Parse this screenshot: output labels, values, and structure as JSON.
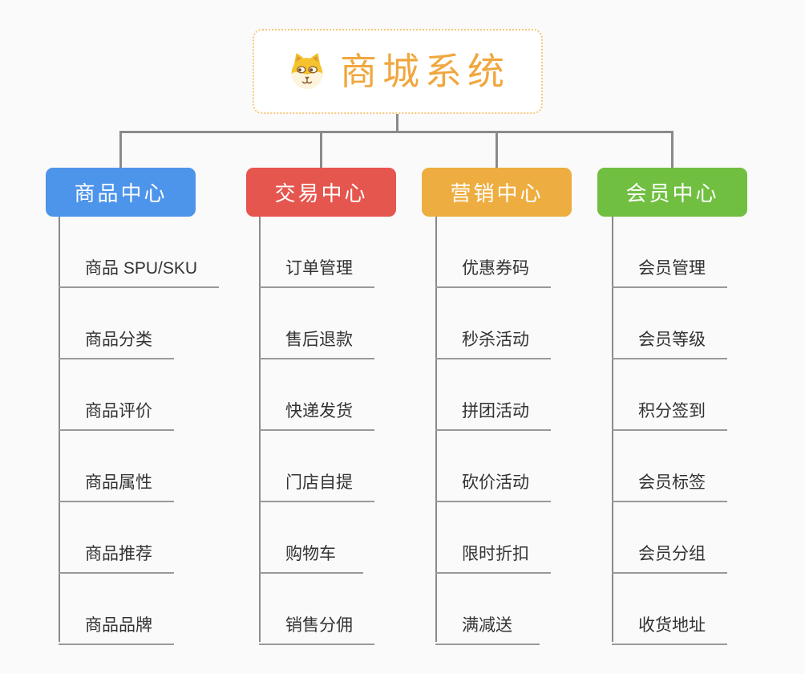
{
  "root": {
    "title": "商城系统",
    "icon": "dog-face-icon"
  },
  "colors": {
    "canvas-bg": "#fafafa",
    "root-accent": "#f0a73e",
    "root-border": "#f5c679",
    "connector": "#8a8a8a",
    "underline": "#999999",
    "item-text": "#333333"
  },
  "tree": {
    "branches": [
      {
        "label": "商品中心",
        "color": "#4d94eb",
        "items": [
          "商品 SPU/SKU",
          "商品分类",
          "商品评价",
          "商品属性",
          "商品推荐",
          "商品品牌"
        ]
      },
      {
        "label": "交易中心",
        "color": "#e5564e",
        "items": [
          "订单管理",
          "售后退款",
          "快递发货",
          "门店自提",
          "购物车",
          "销售分佣"
        ]
      },
      {
        "label": "营销中心",
        "color": "#eead40",
        "items": [
          "优惠券码",
          "秒杀活动",
          "拼团活动",
          "砍价活动",
          "限时折扣",
          "满减送"
        ]
      },
      {
        "label": "会员中心",
        "color": "#71bf41",
        "items": [
          "会员管理",
          "会员等级",
          "积分签到",
          "会员标签",
          "会员分组",
          "收货地址"
        ]
      }
    ]
  }
}
